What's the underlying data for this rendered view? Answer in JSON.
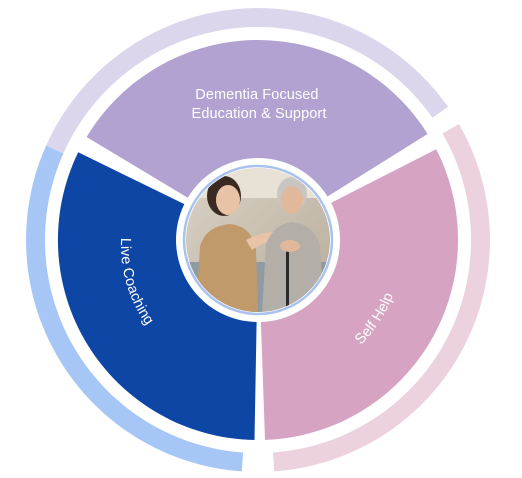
{
  "diagram": {
    "segments": [
      {
        "id": "education",
        "label_lines": [
          "Dementia Focused",
          "Education & Support"
        ],
        "inner_color": "#b1a2d2",
        "outer_color": "#dcd6ec"
      },
      {
        "id": "live-coaching",
        "label_lines": [
          "Live Coaching"
        ],
        "inner_color": "#0e46a6",
        "outer_color": "#a6c6f6"
      },
      {
        "id": "self-help",
        "label_lines": [
          "Self Help"
        ],
        "inner_color": "#d6a4c2",
        "outer_color": "#ecd2de"
      }
    ],
    "center_photo": {
      "icon": "caregiver-with-elderly-woman-photo",
      "ring_color": "#a9c2ee"
    }
  }
}
